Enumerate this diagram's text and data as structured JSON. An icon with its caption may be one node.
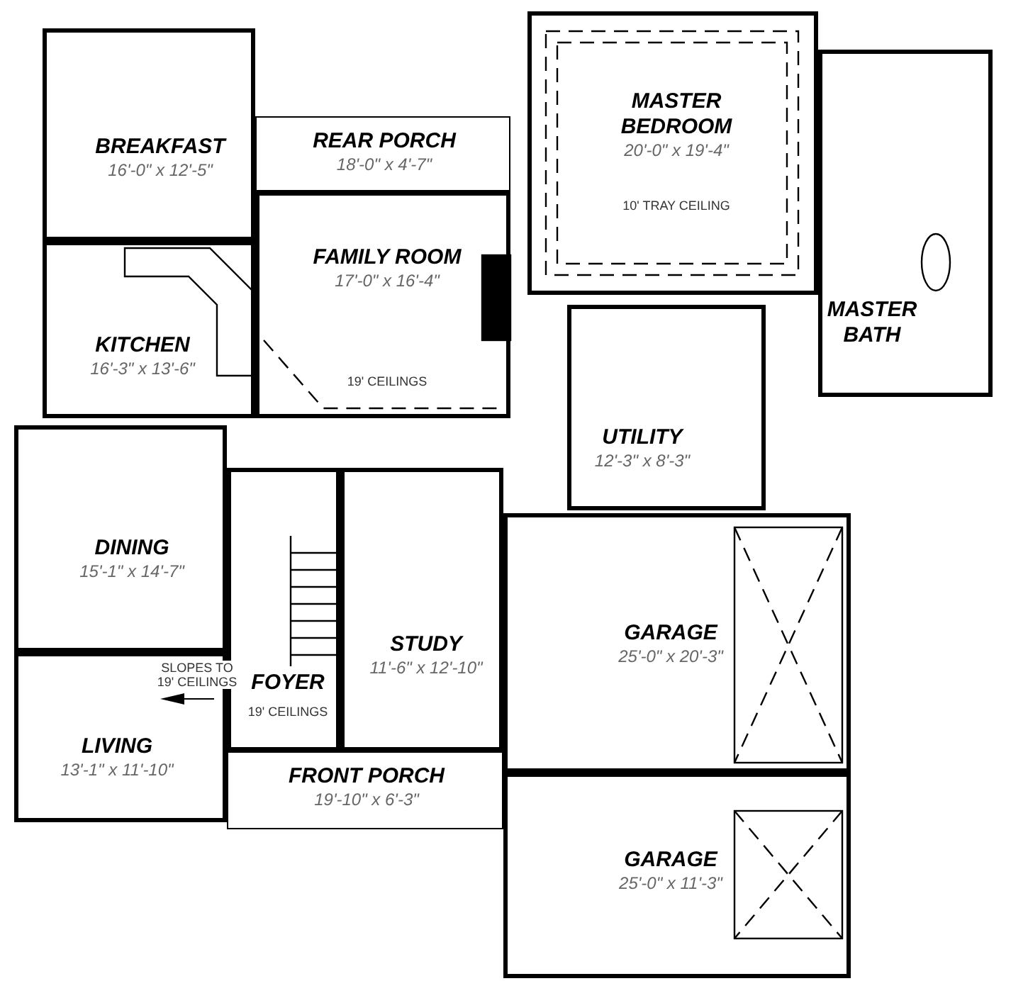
{
  "diagram": {
    "nodes": [
      {
        "text": [
          "BREAKFAST",
          "16'-0\" x 12'-5\""
        ]
      },
      {
        "text": [
          "REAR PORCH",
          "18'-0\" x 4'-7\""
        ]
      },
      {
        "text": [
          "MASTER BEDROOM",
          "20'-0\" x 19'-4\"",
          "10' TRAY CEILING"
        ]
      },
      {
        "text": [
          "FAMILY ROOM",
          "17'-0\" x 16'-4\"",
          "19' CEILINGS"
        ]
      },
      {
        "text": [
          "KITCHEN",
          "16'-3\" x 13'-6\""
        ]
      },
      {
        "text": [
          "MASTER BATH"
        ]
      },
      {
        "text": [
          "UTILITY",
          "12'-3\" x 8'-3\""
        ]
      },
      {
        "text": [
          "DINING",
          "15'-1\" x 14'-7\""
        ]
      },
      {
        "text": [
          "GARAGE",
          "25'-0\" x 20'-3\""
        ]
      },
      {
        "text": [
          "STUDY",
          "11'-6\" x 12'-10\""
        ]
      },
      {
        "text": [
          "FOYER",
          "19' CEILINGS"
        ]
      },
      {
        "text": [
          "LIVING",
          "13'-1\" x 11'-10\""
        ]
      },
      {
        "text": [
          "FRONT PORCH",
          "19'-10\" x 6'-3\""
        ]
      },
      {
        "text": [
          "GARAGE",
          "25'-0\" x 11'-3\""
        ]
      }
    ],
    "labels": [
      "SLOPES TO 19' CEILINGS"
    ]
  }
}
